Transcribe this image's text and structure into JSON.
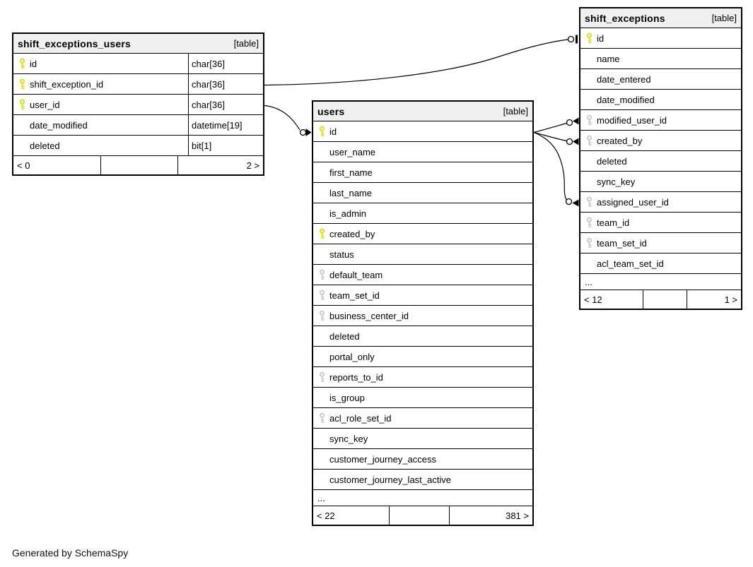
{
  "page": {
    "generator_note": "Generated by SchemaSpy"
  },
  "colors": {
    "primary_key": "#dede00",
    "foreign_key": "#c9c9c9",
    "header_bg": "#f0f0f0",
    "border": "#000000"
  },
  "tables": [
    {
      "title": "shift_exceptions_users",
      "tag": "[table]",
      "show_types": true,
      "columns": [
        {
          "name": "id",
          "type": "char[36]",
          "key": "pk"
        },
        {
          "name": "shift_exception_id",
          "type": "char[36]",
          "key": "pk"
        },
        {
          "name": "user_id",
          "type": "char[36]",
          "key": "pk"
        },
        {
          "name": "date_modified",
          "type": "datetime[19]",
          "key": ""
        },
        {
          "name": "deleted",
          "type": "bit[1]",
          "key": ""
        }
      ],
      "footer": {
        "left": "< 0",
        "middle": "",
        "right": "2 >"
      }
    },
    {
      "title": "users",
      "tag": "[table]",
      "show_types": false,
      "columns": [
        {
          "name": "id",
          "key": "pk"
        },
        {
          "name": "user_name",
          "key": ""
        },
        {
          "name": "first_name",
          "key": ""
        },
        {
          "name": "last_name",
          "key": ""
        },
        {
          "name": "is_admin",
          "key": ""
        },
        {
          "name": "created_by",
          "key": "pk"
        },
        {
          "name": "status",
          "key": ""
        },
        {
          "name": "default_team",
          "key": "fk"
        },
        {
          "name": "team_set_id",
          "key": "fk"
        },
        {
          "name": "business_center_id",
          "key": "fk"
        },
        {
          "name": "deleted",
          "key": ""
        },
        {
          "name": "portal_only",
          "key": ""
        },
        {
          "name": "reports_to_id",
          "key": "fk"
        },
        {
          "name": "is_group",
          "key": ""
        },
        {
          "name": "acl_role_set_id",
          "key": "fk"
        },
        {
          "name": "sync_key",
          "key": ""
        },
        {
          "name": "customer_journey_access",
          "key": ""
        },
        {
          "name": "customer_journey_last_active",
          "key": ""
        },
        {
          "name": "...",
          "key": "",
          "ellipsis": true
        }
      ],
      "footer": {
        "left": "< 22",
        "middle": "",
        "right": "381 >"
      }
    },
    {
      "title": "shift_exceptions",
      "tag": "[table]",
      "show_types": false,
      "columns": [
        {
          "name": "id",
          "key": "pk"
        },
        {
          "name": "name",
          "key": ""
        },
        {
          "name": "date_entered",
          "key": ""
        },
        {
          "name": "date_modified",
          "key": ""
        },
        {
          "name": "modified_user_id",
          "key": "fk"
        },
        {
          "name": "created_by",
          "key": "fk"
        },
        {
          "name": "deleted",
          "key": ""
        },
        {
          "name": "sync_key",
          "key": ""
        },
        {
          "name": "assigned_user_id",
          "key": "fk"
        },
        {
          "name": "team_id",
          "key": "fk"
        },
        {
          "name": "team_set_id",
          "key": "fk"
        },
        {
          "name": "acl_team_set_id",
          "key": ""
        },
        {
          "name": "...",
          "key": "",
          "ellipsis": true
        }
      ],
      "footer": {
        "left": "< 12",
        "middle": "",
        "right": "1 >"
      }
    }
  ],
  "relationships": [
    {
      "from": "shift_exceptions_users.shift_exception_id",
      "to": "shift_exceptions.id"
    },
    {
      "from": "shift_exceptions_users.user_id",
      "to": "users.id"
    },
    {
      "from": "users.id",
      "to": "shift_exceptions.modified_user_id"
    },
    {
      "from": "users.id",
      "to": "shift_exceptions.created_by"
    },
    {
      "from": "users.id",
      "to": "shift_exceptions.assigned_user_id"
    }
  ]
}
